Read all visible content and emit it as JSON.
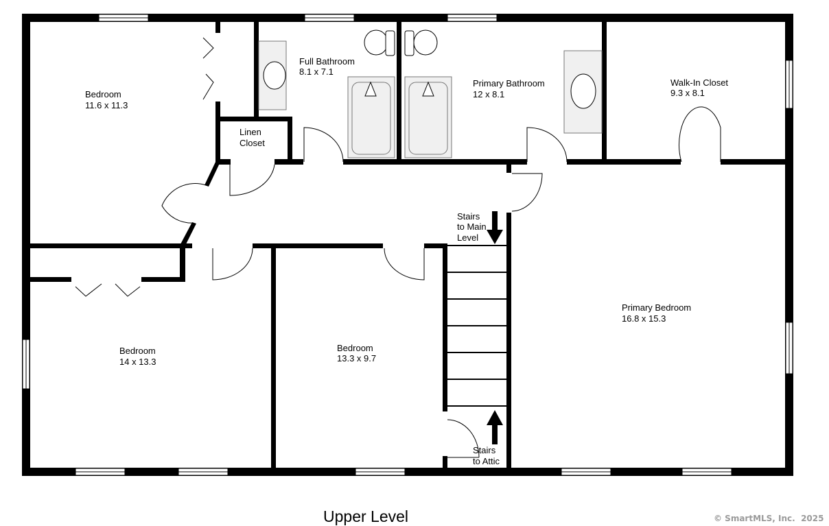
{
  "plan": {
    "title": "Upper Level",
    "copyright": "© SmartMLS, Inc.  2025",
    "rooms": [
      {
        "name": "Bedroom",
        "dims": "11.6 x 11.3"
      },
      {
        "name": "Full Bathroom",
        "dims": "8.1 x 7.1"
      },
      {
        "name": "Primary Bathroom",
        "dims": "12 x 8.1"
      },
      {
        "name": "Walk-In Closet",
        "dims": "9.3 x 8.1"
      },
      {
        "name": "Bedroom",
        "dims": "14 x 13.3"
      },
      {
        "name": "Bedroom",
        "dims": "13.3 x 9.7"
      },
      {
        "name": "Primary Bedroom",
        "dims": "16.8 x 15.3"
      }
    ],
    "linen": [
      "Linen",
      "Closet"
    ],
    "stairs_main": [
      "Stairs",
      "to Main",
      "Level"
    ],
    "stairs_attic": [
      "Stairs",
      "to Attic"
    ]
  }
}
